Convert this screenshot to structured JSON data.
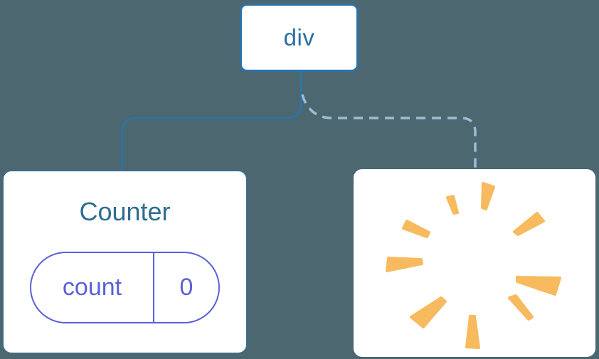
{
  "colors": {
    "background": "#4C6770",
    "box": "#FFFFFF",
    "node-border": "#2D73A5",
    "root-label": "#2B6FA0",
    "counter-title": "#2D6E91",
    "state-accent": "#5A61D6",
    "dashed-edge": "#9BBDD6",
    "poof": "#F8BA5F"
  },
  "tree": {
    "root": {
      "label": "div"
    },
    "counter": {
      "title": "Counter",
      "state": {
        "name": "count",
        "value": "0"
      }
    },
    "removed": {
      "icon": "poof-icon"
    }
  },
  "edges": [
    {
      "id": "div-to-counter",
      "style": "solid"
    },
    {
      "id": "div-to-removed",
      "style": "dashed"
    }
  ]
}
